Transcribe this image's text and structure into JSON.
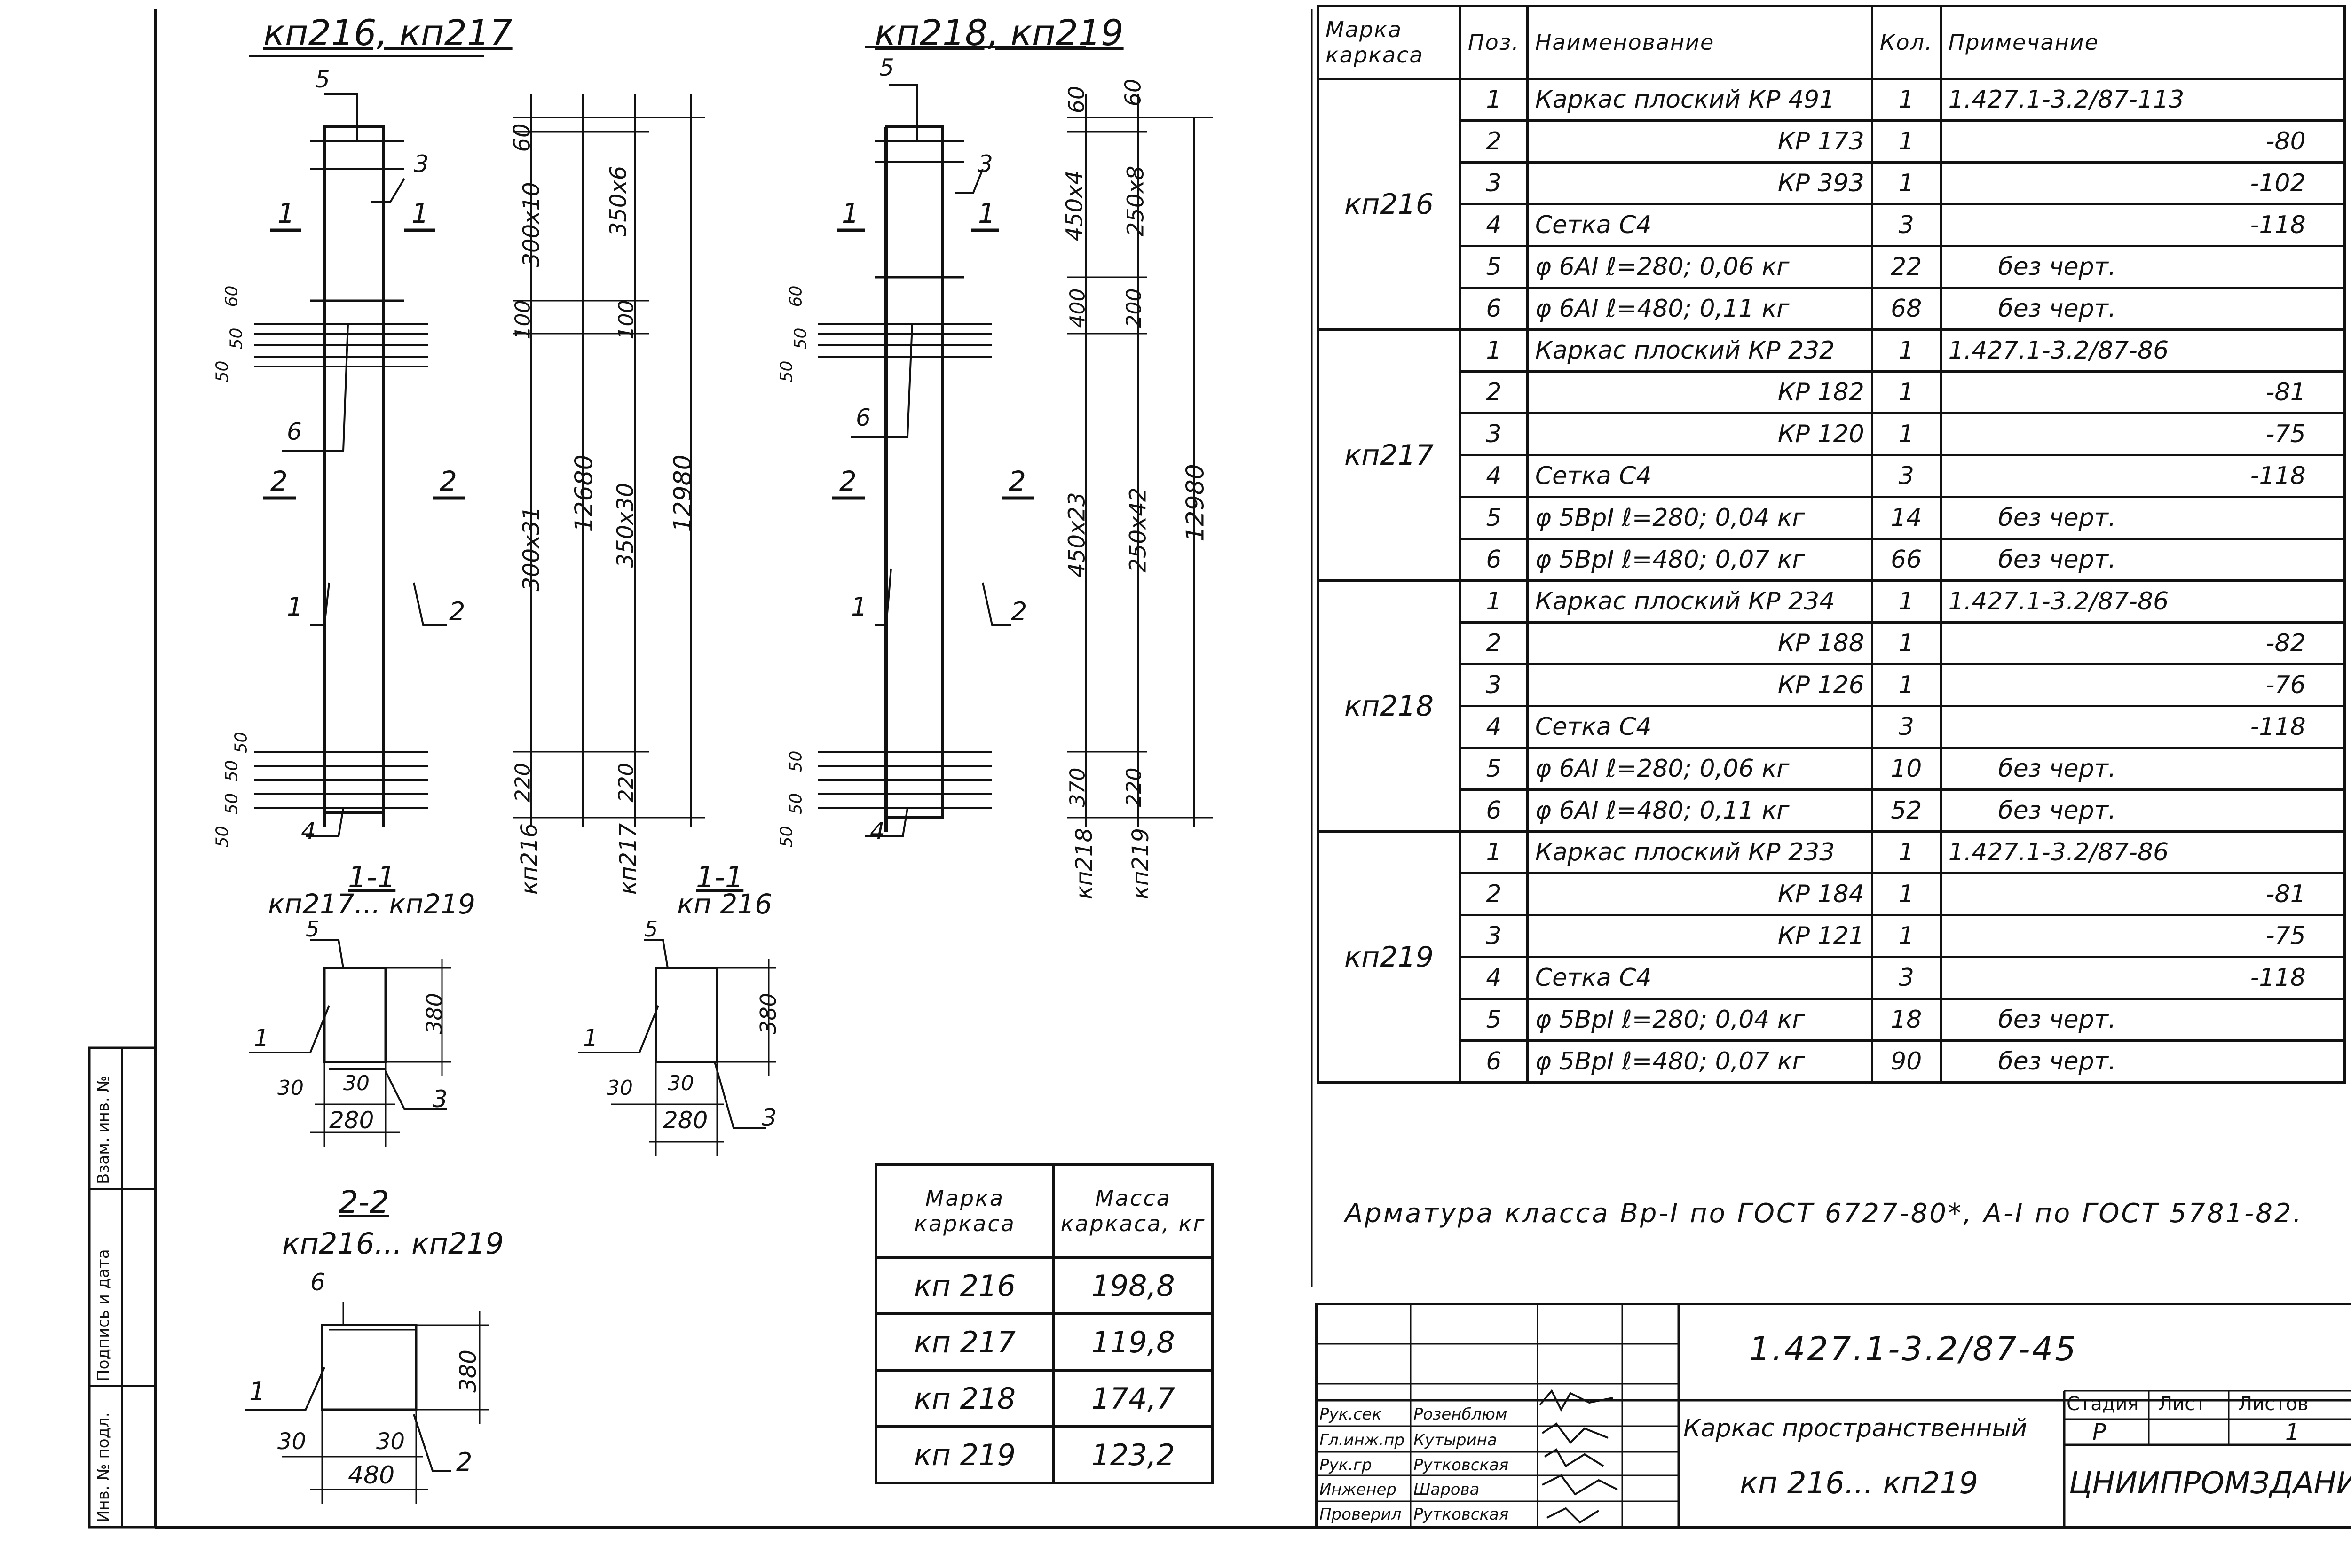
{
  "drawings": {
    "left_title": "кп216, кп217",
    "right_title": "кп218, кп219",
    "left_dims": {
      "d60": "60",
      "d300x10": "300x10",
      "d350x6": "350x6",
      "d100a": "100",
      "d100b": "100",
      "d300x31": "300x31",
      "d350x30": "350x30",
      "d12680": "12680",
      "d12980": "12980",
      "d220a": "220",
      "d220b": "220",
      "mark_a": "кп216",
      "mark_b": "кп217",
      "s50": "50",
      "s50b": "50",
      "s60": "60",
      "s50c": "50",
      "s50d": "50",
      "s50e": "50",
      "s50f": "50"
    },
    "right_dims": {
      "d60a": "60",
      "d60b": "60",
      "d450x4": "450x4",
      "d250x8": "250x8",
      "d400": "400",
      "d200": "200",
      "d450x23": "450x23",
      "d250x42": "250x42",
      "d12980": "12980",
      "d370": "370",
      "d220": "220",
      "mark_a": "кп218",
      "mark_b": "кп219",
      "s50": "50",
      "s50b": "50",
      "s60": "60",
      "s50c": "50",
      "s50d": "50",
      "s50e": "50"
    },
    "callouts": {
      "n1": "1",
      "n2": "2",
      "n3": "3",
      "n4": "4",
      "n5": "5",
      "n6": "6"
    },
    "section_1_1_a": {
      "title": "1-1",
      "subtitle": "кп217... кп219",
      "w": "280",
      "h": "380",
      "c1": "30",
      "c2": "30"
    },
    "section_1_1_b": {
      "title": "1-1",
      "subtitle": "кп 216",
      "w": "280",
      "h": "380",
      "c1": "30",
      "c2": "30"
    },
    "section_2_2": {
      "title": "2-2",
      "subtitle": "кп216... кп219",
      "w": "480",
      "h": "380",
      "c1": "30",
      "c2": "30"
    }
  },
  "spec_table": {
    "headers": [
      "Марка каркаса",
      "Поз.",
      "Наименование",
      "Кол.",
      "Примечание"
    ],
    "groups": [
      {
        "mark": "кп216",
        "rows": [
          {
            "pos": "1",
            "name": "Каркас плоский КР 491",
            "qty": "1",
            "note": "1.427.1-3.2/87-113"
          },
          {
            "pos": "2",
            "name": "КР 173",
            "qty": "1",
            "note": "-80"
          },
          {
            "pos": "3",
            "name": "КР 393",
            "qty": "1",
            "note": "-102"
          },
          {
            "pos": "4",
            "name": "Сетка С4",
            "qty": "3",
            "note": "-118"
          },
          {
            "pos": "5",
            "name": "φ 6АI ℓ=280; 0,06 кг",
            "qty": "22",
            "note": "без черт."
          },
          {
            "pos": "6",
            "name": "φ 6АI ℓ=480; 0,11 кг",
            "qty": "68",
            "note": "без черт."
          }
        ]
      },
      {
        "mark": "кп217",
        "rows": [
          {
            "pos": "1",
            "name": "Каркас плоский КР 232",
            "qty": "1",
            "note": "1.427.1-3.2/87-86"
          },
          {
            "pos": "2",
            "name": "КР 182",
            "qty": "1",
            "note": "-81"
          },
          {
            "pos": "3",
            "name": "КР 120",
            "qty": "1",
            "note": "-75"
          },
          {
            "pos": "4",
            "name": "Сетка С4",
            "qty": "3",
            "note": "-118"
          },
          {
            "pos": "5",
            "name": "φ 5ВрI ℓ=280; 0,04 кг",
            "qty": "14",
            "note": "без черт."
          },
          {
            "pos": "6",
            "name": "φ 5ВрI ℓ=480; 0,07 кг",
            "qty": "66",
            "note": "без черт."
          }
        ]
      },
      {
        "mark": "кп218",
        "rows": [
          {
            "pos": "1",
            "name": "Каркас плоский КР 234",
            "qty": "1",
            "note": "1.427.1-3.2/87-86"
          },
          {
            "pos": "2",
            "name": "КР 188",
            "qty": "1",
            "note": "-82"
          },
          {
            "pos": "3",
            "name": "КР 126",
            "qty": "1",
            "note": "-76"
          },
          {
            "pos": "4",
            "name": "Сетка С4",
            "qty": "3",
            "note": "-118"
          },
          {
            "pos": "5",
            "name": "φ 6АI ℓ=280; 0,06 кг",
            "qty": "10",
            "note": "без черт."
          },
          {
            "pos": "6",
            "name": "φ 6АI ℓ=480; 0,11 кг",
            "qty": "52",
            "note": "без черт."
          }
        ]
      },
      {
        "mark": "кп219",
        "rows": [
          {
            "pos": "1",
            "name": "Каркас плоский КР 233",
            "qty": "1",
            "note": "1.427.1-3.2/87-86"
          },
          {
            "pos": "2",
            "name": "КР 184",
            "qty": "1",
            "note": "-81"
          },
          {
            "pos": "3",
            "name": "КР 121",
            "qty": "1",
            "note": "-75"
          },
          {
            "pos": "4",
            "name": "Сетка С4",
            "qty": "3",
            "note": "-118"
          },
          {
            "pos": "5",
            "name": "φ 5ВрI ℓ=280; 0,04 кг",
            "qty": "18",
            "note": "без черт."
          },
          {
            "pos": "6",
            "name": "φ 5ВрI ℓ=480; 0,07 кг",
            "qty": "90",
            "note": "без черт."
          }
        ]
      }
    ]
  },
  "note": "Арматура класса Вр-I по ГОСТ 6727-80*, А-I по ГОСТ 5781-82.",
  "mass_table": {
    "headers": [
      "Марка каркаса",
      "Масса каркаса, кг"
    ],
    "rows": [
      {
        "mark": "кп 216",
        "mass": "198,8"
      },
      {
        "mark": "кп 217",
        "mass": "119,8"
      },
      {
        "mark": "кп 218",
        "mass": "174,7"
      },
      {
        "mark": "кп 219",
        "mass": "123,2"
      }
    ]
  },
  "title_block": {
    "doc_code": "1.427.1-3.2/87-45",
    "title_line1": "Каркас пространственный",
    "title_line2": "кп 216... кп219",
    "org": "ЦНИИПРОМЗДАНИЙ",
    "stage_label": "Стадия",
    "sheet_label": "Лист",
    "sheets_label": "Листов",
    "stage": "Р",
    "sheets": "1",
    "signers": [
      {
        "role": "Рук.сек",
        "name": "Розенблюм"
      },
      {
        "role": "Гл.инж.пр",
        "name": "Кутырина"
      },
      {
        "role": "Рук.гр",
        "name": "Рутковская"
      },
      {
        "role": "Инженер",
        "name": "Шарова"
      },
      {
        "role": "Проверил",
        "name": "Рутковская"
      }
    ]
  },
  "side_stamp": {
    "inv_podl": "Инв. № подл.",
    "podpis": "Подпись и дата",
    "vzam": "Взам. инв. №"
  }
}
